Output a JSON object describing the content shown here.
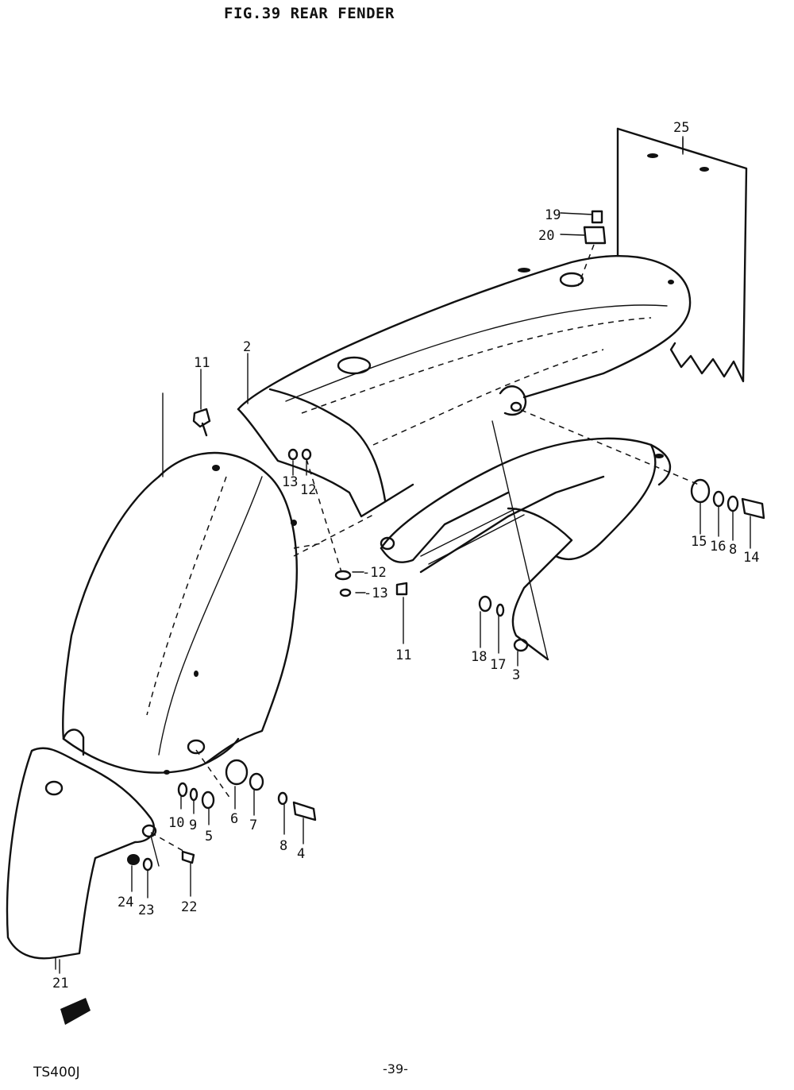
{
  "header": {
    "title": "FIG.39  REAR FENDER"
  },
  "footer": {
    "model": "TS400J",
    "page": "-39-"
  },
  "callouts": {
    "p2": "2",
    "p3": "3",
    "p4": "4",
    "p5": "5",
    "p6": "6",
    "p7": "7",
    "p8a": "8",
    "p8b": "8",
    "p9": "9",
    "p10": "10",
    "p11a": "11",
    "p11b": "11",
    "p12a": "12",
    "p12b": "-12",
    "p13a": "13",
    "p13b": "-13",
    "p14": "14",
    "p15": "15",
    "p16": "16",
    "p17": "17",
    "p18": "18",
    "p19": "19",
    "p20": "20",
    "p21": "21",
    "p22": "22",
    "p23": "23",
    "p24": "24",
    "p25": "25"
  }
}
